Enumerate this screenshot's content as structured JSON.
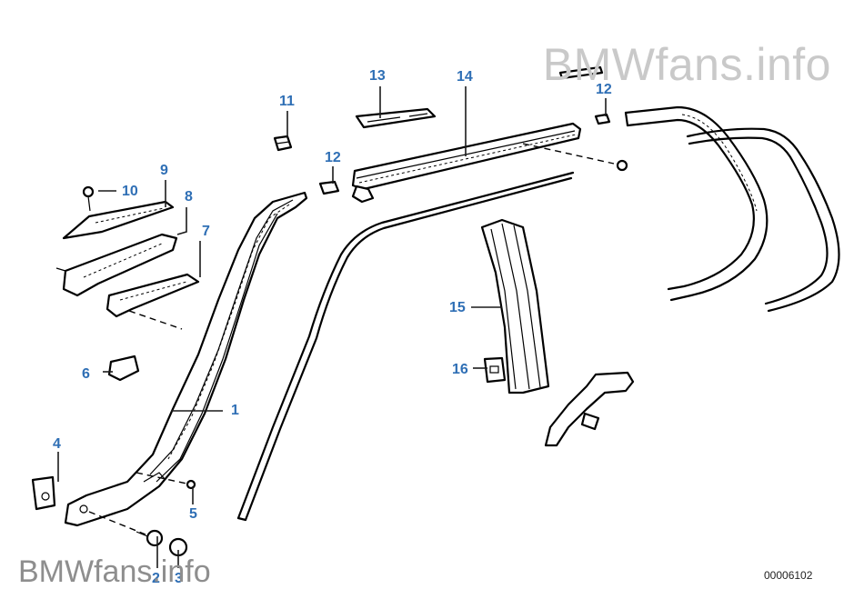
{
  "watermark": {
    "top": "BMWfans.info",
    "bottom": "BMWfans.info"
  },
  "diagram_code": "00006102",
  "callouts": {
    "c1": "1",
    "c2": "2",
    "c3": "3",
    "c4": "4",
    "c5": "5",
    "c6": "6",
    "c7": "7",
    "c8": "8",
    "c9": "9",
    "c10": "10",
    "c11": "11",
    "c12a": "12",
    "c12b": "12",
    "c13": "13",
    "c14": "14",
    "c15": "15",
    "c16": "16"
  },
  "colors": {
    "callout": "#2f6fb5",
    "line": "#000000",
    "watermark": "#c9c9c9"
  }
}
